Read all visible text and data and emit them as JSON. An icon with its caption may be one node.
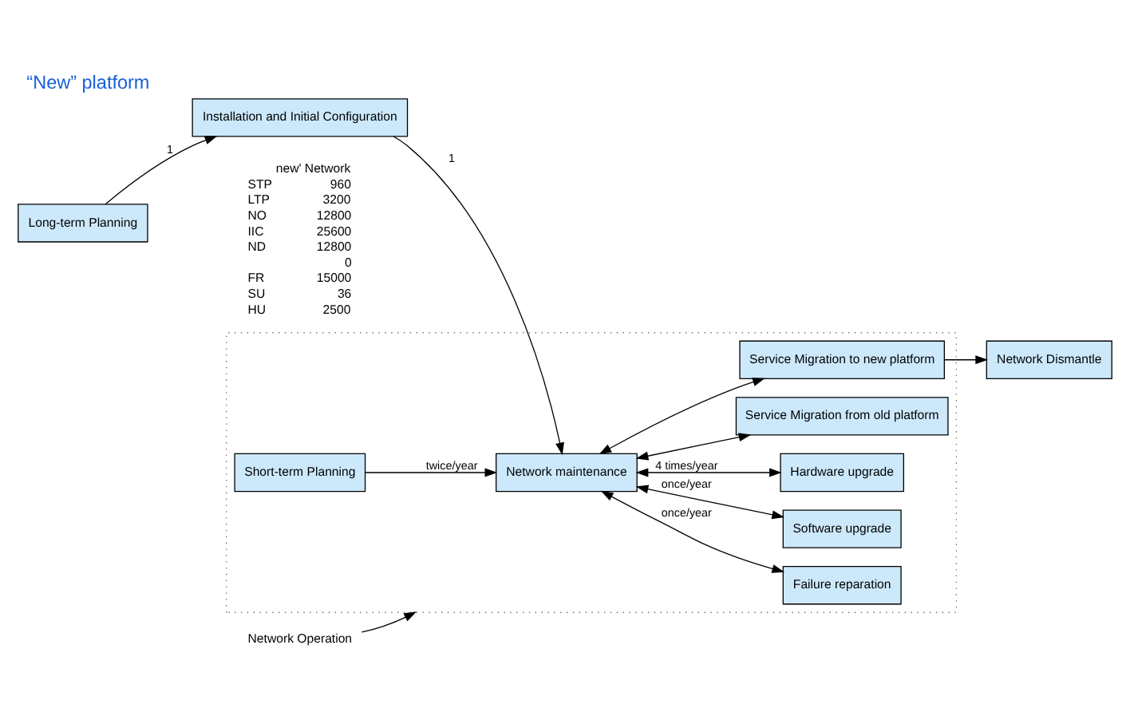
{
  "diagram": {
    "title": "“New” platform",
    "nodes": [
      {
        "text": [
          "Long-term Planning"
        ]
      },
      {
        "text": [
          "Installation and Initial Configuration"
        ]
      },
      {
        "text": [],
        "shape": "box"
      },
      {
        "text": [
          "Network maintenance"
        ],
        "in": 2
      },
      {
        "text": [
          "Short-term Planning"
        ],
        "in": 2
      },
      {
        "text": [
          "Failure reparation"
        ],
        "in": 2
      },
      {
        "text": [
          "Software upgrade"
        ],
        "in": 2
      },
      {
        "text": [
          "Hardware upgrade"
        ],
        "in": 2
      },
      {
        "text": [
          "Service Migration from old platform"
        ],
        "in": 2
      },
      {
        "text": [
          "Service Migration to new platform"
        ],
        "in": 2
      },
      {
        "text": [
          "Network Dismantle"
        ]
      },
      {
        "text": [
          "Network Operation"
        ]
      }
    ],
    "edges": [
      {
        "from": 0,
        "to": 1,
        "arrow": "to",
        "label": "1"
      },
      {
        "from": 1,
        "to": 3,
        "arrow": "to",
        "label": "1"
      },
      {
        "from": 4,
        "to": 3,
        "arrow": "to",
        "label": "twice/year"
      },
      {
        "from": 3,
        "to": 5,
        "arrow": "both",
        "label": "once/year"
      },
      {
        "from": 3,
        "to": 6,
        "arrow": "both",
        "label": "once/year"
      },
      {
        "from": 3,
        "to": 7,
        "arrow": "both",
        "label": "4 times/year"
      },
      {
        "from": 3,
        "to": 8,
        "arrow": "both"
      },
      {
        "from": 3,
        "to": 9,
        "arrow": "both"
      },
      {
        "from": 9,
        "to": 10,
        "arrow": "to"
      },
      {
        "from": 11,
        "to": 2,
        "arrow": "to"
      }
    ],
    "labels": [
      "new' Network",
      "STP",
      "960",
      "LTP",
      "3200",
      "NO",
      "12800",
      "IIC",
      "25600",
      "ND",
      "12800",
      "0",
      "FR",
      "15000",
      "SU",
      "36",
      "HU",
      "2500"
    ]
  }
}
